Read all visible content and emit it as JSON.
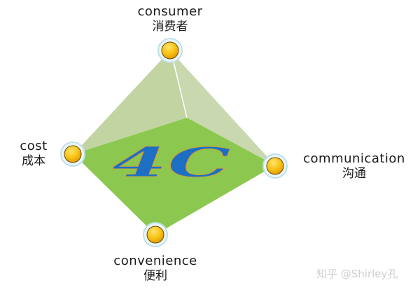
{
  "diagram": {
    "title": "4C",
    "center_label": "4C",
    "colors": {
      "face_back_left": "#c3d4a3",
      "face_back_right": "#c9d8ae",
      "face_front": "#8cc84f",
      "title_fill": "#1c6fc2",
      "node_fill": "#f7c314",
      "node_ring": "#bfe0ea"
    },
    "nodes": [
      {
        "id": "consumer",
        "en": "consumer",
        "zh": "消费者"
      },
      {
        "id": "cost",
        "en": "cost",
        "zh": "成本"
      },
      {
        "id": "communication",
        "en": "communication",
        "zh": "沟通"
      },
      {
        "id": "convenience",
        "en": "convenience",
        "zh": "便利"
      }
    ]
  },
  "watermark": "知乎 @Shirley孔"
}
